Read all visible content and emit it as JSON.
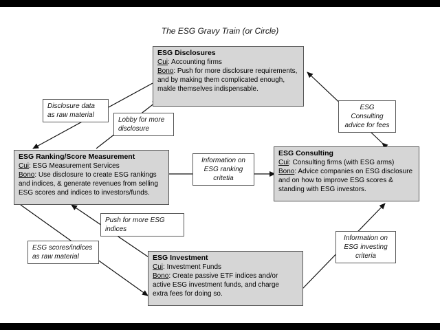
{
  "title": "The ESG Gravy Train (or Circle)",
  "disclosures": {
    "header": "ESG Disclosures",
    "cui_label": "Cui",
    "cui_text": ": Accounting firms",
    "bono_label": "Bono",
    "bono_text": ": Push for more disclosure requirements,",
    "bono_line2": "and by making them complicated enough,",
    "bono_line3": "makle themselves indispensable."
  },
  "ranking": {
    "header": "ESG Ranking/Score Measurement",
    "cui_label": "Cui",
    "cui_text": ": ESG Measurement Services",
    "bono_label": "Bono",
    "bono_text": ": Use disclosure to create ESG rankings",
    "bono_line2": "and indices, & generate revenues from selling",
    "bono_line3": "ESG scores and indices to investors/funds."
  },
  "consulting": {
    "header": "ESG Consulting",
    "cui_label": "Cui",
    "cui_text": ": Consulting firms (with ESG arms)",
    "bono_label": "Bono",
    "bono_text": ": Advice companies on ESG disclosure",
    "bono_line2": "and on how to improve ESG scores &",
    "bono_line3": "standing with ESG investors."
  },
  "investment": {
    "header": "ESG Investment",
    "cui_label": "Cui",
    "cui_text": ": Investment Funds",
    "bono_label": "Bono",
    "bono_text": ": Create passive ETF indices and/or",
    "bono_line2": "active ESG investment funds, and charge",
    "bono_line3": "extra fees for doing so."
  },
  "labels": {
    "disclosure_data": [
      "Disclosure data",
      "as raw material"
    ],
    "lobby": [
      "Lobby for more",
      "disclosure"
    ],
    "consulting_advice": [
      "ESG Consulting",
      "advice for fees"
    ],
    "information_ranking": [
      "Information on",
      "ESG ranking",
      "critetia"
    ],
    "push_more": [
      "Push for more ESG",
      "indices"
    ],
    "scores_indices": [
      "ESG scores/indices",
      "as raw material"
    ],
    "information_investing": [
      "Information on",
      "ESG investing",
      "criteria"
    ]
  }
}
